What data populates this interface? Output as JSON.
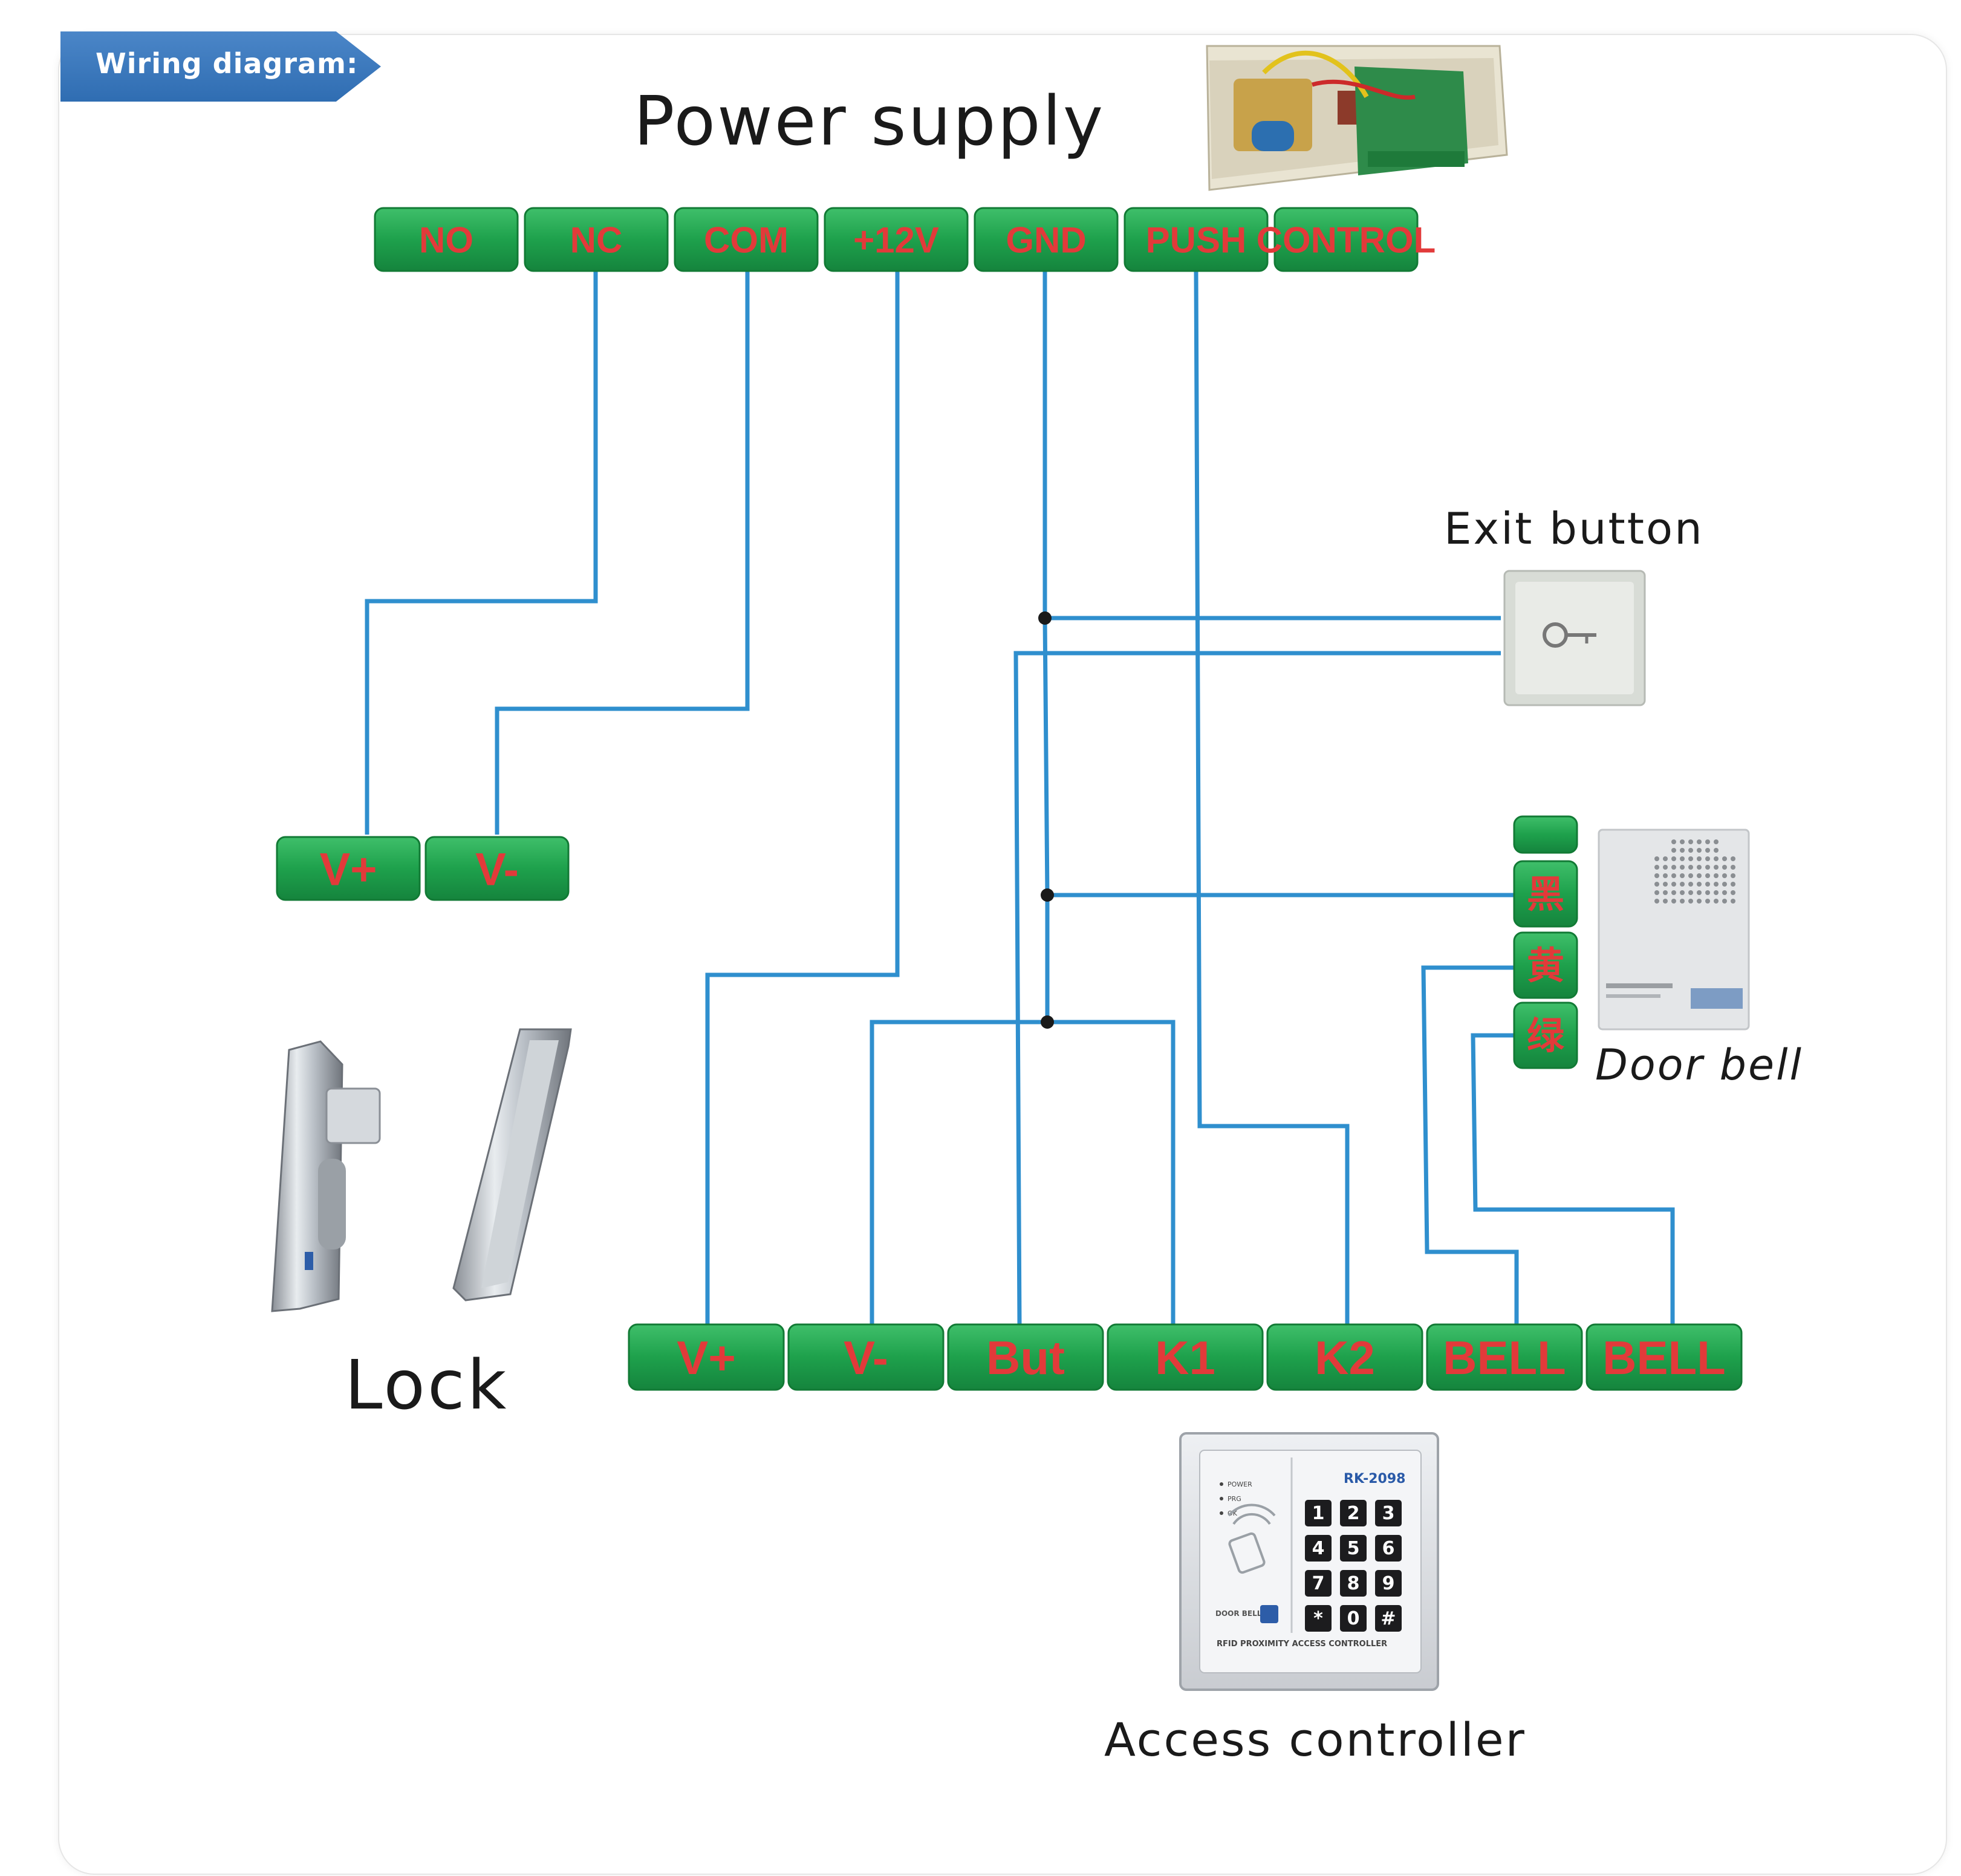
{
  "header": {
    "title": "Wiring diagram:"
  },
  "labels": {
    "power_supply": "Power supply",
    "exit_button": "Exit button",
    "door_bell": "Door bell",
    "lock": "Lock",
    "access_controller": "Access controller"
  },
  "power_terminals": [
    "NO",
    "NC",
    "COM",
    "+12V",
    "GND",
    "PUSH",
    "CONTROL"
  ],
  "lock_terminals": [
    "V+",
    "V-"
  ],
  "controller_terminals": [
    "V+",
    "V-",
    "But",
    "K1",
    "K2",
    "BELL",
    "BELL"
  ],
  "doorbell_terminals": [
    "",
    "黑",
    "黄",
    "绿"
  ],
  "keypad": {
    "model": "RK-2098",
    "keys": [
      "1",
      "2",
      "3",
      "4",
      "5",
      "6",
      "7",
      "8",
      "9",
      "*",
      "0",
      "#"
    ],
    "indicators": [
      "POWER",
      "PRG",
      "OK"
    ],
    "doorbell_label": "DOOR BELL",
    "footer": "RFID PROXIMITY ACCESS CONTROLLER"
  },
  "colors": {
    "terminal_green": "#1ea14c",
    "terminal_text": "#e23a3a",
    "wire_blue": "#2f8fce",
    "header_blue": "#3a78bd"
  }
}
